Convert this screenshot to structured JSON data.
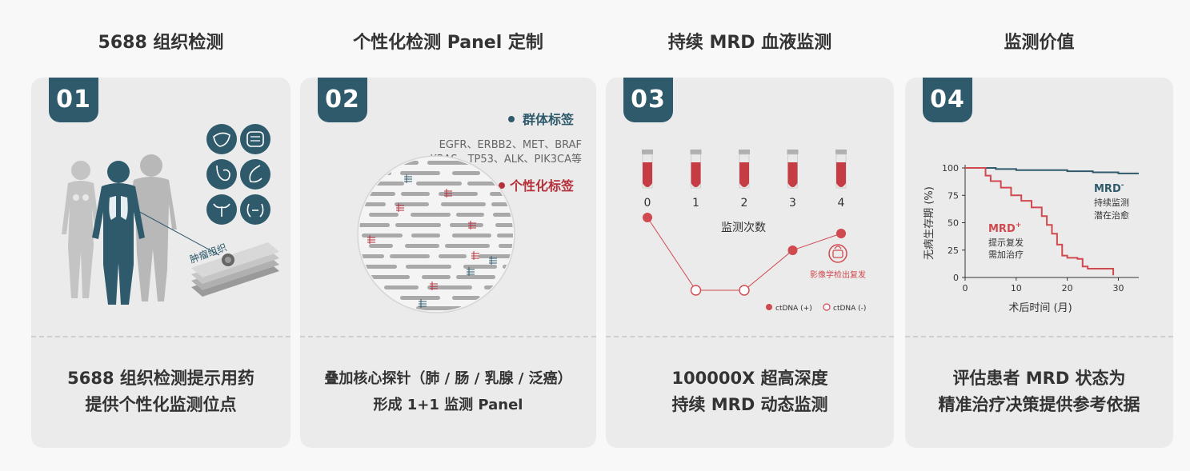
{
  "columns": [
    {
      "title": "5688 组织检测",
      "badge": "01",
      "text_lines": [
        "5688 组织检测提示用药",
        "提供个性化监测位点"
      ],
      "tissue_label": "肿瘤组织"
    },
    {
      "title": "个性化检测 Panel 定制",
      "badge": "02",
      "text_lines": [
        "叠加核心探针（肺 / 肠 / 乳腺 / 泛癌）",
        "形成 1+1 监测 Panel"
      ],
      "group_tag": "群体标签",
      "genes_line1": "EGFR、ERBB2、MET、BRAF",
      "genes_line2": "KRAS、TP53、ALK、PIK3CA等",
      "personal_tag": "个性化标签"
    },
    {
      "title": "持续 MRD 血液监测",
      "badge": "03",
      "text_lines": [
        "100000X 超高深度",
        "持续 MRD 动态监测"
      ],
      "tube_labels": [
        "0",
        "1",
        "2",
        "3",
        "4"
      ],
      "axis_label": "监测次数",
      "relapse_label": "影像学检出复发",
      "legend_pos": "ctDNA (+)",
      "legend_neg": "ctDNA (-)"
    },
    {
      "title": "监测价值",
      "badge": "04",
      "text_lines": [
        "评估患者 MRD 状态为",
        "精准治疗决策提供参考依据"
      ],
      "mrd_neg_label": "MRD",
      "mrd_neg_sup": "-",
      "mrd_neg_line1": "持续监测",
      "mrd_neg_line2": "潜在治愈",
      "mrd_pos_label": "MRD",
      "mrd_pos_sup": "+",
      "mrd_pos_line1": "提示复发",
      "mrd_pos_line2": "需加治疗"
    }
  ],
  "colors": {
    "teal": "#2f5a6b",
    "red": "#d0494f",
    "card": "#ebebeb"
  },
  "monitoring_series": [
    {
      "x": 0,
      "status": "positive",
      "y": 1
    },
    {
      "x": 1,
      "status": "negative",
      "y": 0
    },
    {
      "x": 2,
      "status": "negative",
      "y": 0
    },
    {
      "x": 3,
      "status": "positive",
      "y": 0.55
    },
    {
      "x": 4,
      "status": "positive",
      "y": 0.78
    }
  ],
  "chart_data": {
    "type": "line",
    "xlabel": "术后时间 (月)",
    "ylabel": "无病生存期 (%)",
    "xticks": [
      0,
      10,
      20,
      30
    ],
    "yticks": [
      0,
      25,
      50,
      75,
      100
    ],
    "xlim": [
      0,
      34
    ],
    "ylim": [
      0,
      100
    ],
    "grid": false,
    "series": [
      {
        "name": "MRD-",
        "x": [
          0,
          3,
          6,
          10,
          15,
          20,
          25,
          30,
          34
        ],
        "y": [
          100,
          100,
          99,
          98,
          98,
          97,
          96,
          95,
          95
        ]
      },
      {
        "name": "MRD+",
        "x": [
          0,
          2,
          4,
          5,
          7,
          9,
          11,
          13,
          15,
          16,
          17,
          18,
          19,
          20,
          22,
          23,
          24,
          25,
          28,
          29
        ],
        "y": [
          100,
          100,
          93,
          88,
          82,
          75,
          70,
          64,
          56,
          48,
          40,
          30,
          20,
          18,
          17,
          10,
          8,
          8,
          8,
          2
        ]
      }
    ]
  }
}
